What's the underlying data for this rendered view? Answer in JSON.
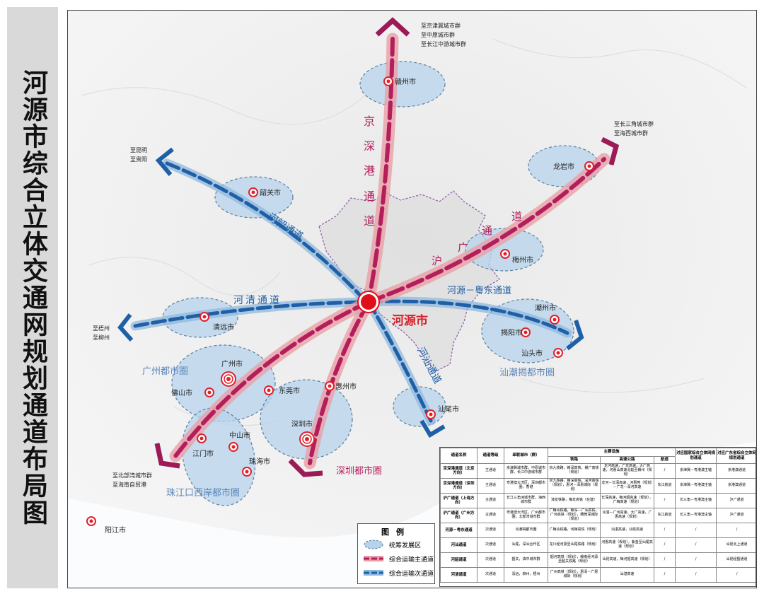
{
  "title": "河源市综合立体交通网规划通道布局图",
  "colors": {
    "main": "#b31e5b",
    "main_halo": "#e8a0a8",
    "secondary": "#1f5fa6",
    "secondary_halo": "#8fb8de",
    "area": "#b7d3ec",
    "city": "#e0202a",
    "center": "#e0101a"
  },
  "destinations": {
    "north": [
      "至京津冀城市群",
      "至中原城市群",
      "至长江中游城市群"
    ],
    "northeast": [
      "至长三角城市群",
      "至海西城市群"
    ],
    "northwest": [
      "至昆明",
      "至贵阳"
    ],
    "west": [
      "至梧州",
      "至柳州"
    ],
    "southwest": [
      "至北部湾城市群",
      "至海南自贸港"
    ]
  },
  "corridors": {
    "jingshengang": "京深港通道",
    "huguang": [
      "沪",
      "广",
      "通",
      "道"
    ],
    "heshao": "河韶通道",
    "heqing": "河清通道",
    "heyuan_yuedong": "河源－粤东通道",
    "heshan": "河汕通道"
  },
  "cities": {
    "heyuan": "河源市",
    "ganzhou": "赣州市",
    "longyan": "龙岩市",
    "shaoguan": "韶关市",
    "meizhou": "梅州市",
    "qingyuan": "清远市",
    "chaozhou": "潮州市",
    "jieyang": "揭阳市",
    "shantou": "汕头市",
    "guangzhou": "广州市",
    "foshan": "佛山市",
    "dongguan": "东莞市",
    "huizhou": "惠州市",
    "shenzhen": "深圳市",
    "shanwei": "汕尾市",
    "zhongshan": "中山市",
    "jiangmen": "江门市",
    "zhuhai": "珠海市",
    "yangjiang": "阳江市"
  },
  "metro_areas": {
    "guangzhou": "广州都市圈",
    "shenzhen": "深圳都市圈",
    "shantou": "汕潮揭都市圈",
    "pearl_west": "珠江口西岸都市圈"
  },
  "legend": {
    "title": "图例",
    "items": [
      {
        "label": "统筹发展区"
      },
      {
        "label": "综合运输主通道"
      },
      {
        "label": "综合运输次通道"
      }
    ]
  },
  "table": {
    "headers": {
      "name": "通道名称",
      "level": "通道等级",
      "cities": "串联城市（群）",
      "facilities": "主要设施",
      "rail": "铁路",
      "road": "高速公路",
      "water": "航道",
      "national": "对应国家综合立体网规划通道",
      "provincial": "对应广东省综合立体网规划通道"
    },
    "rows": [
      {
        "name": "京深港通道（北京方向）",
        "level": "主通道",
        "cities": "京津冀城市群，中原城市群，长江中游城市群",
        "rail": "京九铁路，赣深高铁，赣广高铁（规划）",
        "road": "龙河高速，广龙高速，大广高速，河惠汕高速北延至赣州（规划）",
        "water": "/",
        "national": "京津冀－粤港澳主轴",
        "provincial": "京港澳通道"
      },
      {
        "name": "京深港通道（深圳方向）",
        "level": "主通道",
        "cities": "粤港澳大湾区，深圳都市圈，香港",
        "rail": "京九铁路，赣深高铁，深河高铁（规划），惠河－深惠城际（规划）",
        "road": "龙河－长深高速，河惠莞（规划）－广龙－深河高速",
        "water": "东江航道",
        "national": "京津冀－粤港澳主轴",
        "provincial": "京港澳通道"
      },
      {
        "name": "沪广通道（上海方向）",
        "level": "主通道",
        "cities": "长江三角洲城市群，海西城市群",
        "rail": "漳龙铁路，梅龙高铁（在建）",
        "road": "长深高速，梅河韶高速（规划），广梅高速（规划）",
        "water": "/",
        "national": "长三角－粤港澳主轴",
        "provincial": "沪广通道"
      },
      {
        "name": "沪广通道（广州方向）",
        "level": "主通道",
        "cities": "粤港澳大湾区，广州都市圈，北部湾城市群",
        "rail": "广梅汕铁路，赣深－广汕高铁，广河高铁（规划），穗莞深城际（规划）",
        "road": "汕湛－广河高速，大广高速，广惠高速（规划）",
        "water": "东江航道",
        "national": "长三角－粤港澳主轴",
        "provincial": "沪广通道"
      },
      {
        "name": "河源－粤东通道",
        "level": "次通道",
        "cities": "汕潮揭都市圈",
        "rail": "广梅汕铁路，河梅高铁（规划）",
        "road": "汕湛高速，汕昆高速",
        "water": "/",
        "national": "/",
        "provincial": "/"
      },
      {
        "name": "河汕通道",
        "level": "次通道",
        "cities": "汕尾，深汕合作区",
        "rail": "龙川经河源至汕尾铁路（规划）",
        "road": "河惠高速（规划），紫金至汕尾高速（规划）",
        "water": "/",
        "national": "/",
        "provincial": "汕昆北上通道"
      },
      {
        "name": "河韶通道",
        "level": "次通道",
        "cities": "韶关，滇中城市群",
        "rail": "韶河高铁（规划），赣南经河源至韶关铁路（规划）",
        "road": "汕昆高速，梅河韶高速（规划）",
        "water": "/",
        "national": "/",
        "provincial": "汕昆经韶通道"
      },
      {
        "name": "河清通道",
        "level": "次通道",
        "cities": "清远，柳州，梧州",
        "rail": "广州高铁（规划），惠清－广惠城际（规划）",
        "road": "汕湛高速",
        "water": "/",
        "national": "/",
        "provincial": "/"
      }
    ]
  }
}
